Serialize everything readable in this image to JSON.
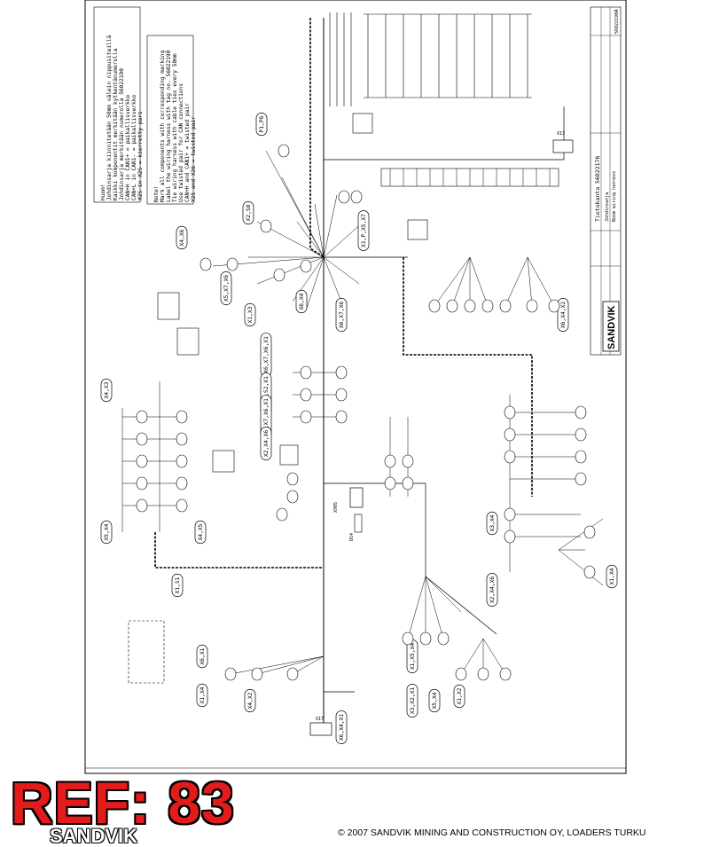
{
  "notes_fi": {
    "title": "Huom!",
    "lines": [
      "Johdinsarja kiinnitetään 50mm välein nippusiteillä",
      "Kaikki komponentit merkitään kytkentänumerolla",
      "Johdinsarja merkitään numerolla 56022190",
      "CAN+H in CAN1+ = paikallisverkko",
      "CAN+L in CAN1- = paikallisverkko",
      "X2S in X2S = kierretty pari"
    ]
  },
  "notes_en": {
    "title": "Note!",
    "lines": [
      "Mark all components with corresponding marking",
      "Label the wiring harness with tag no. 56022190",
      "Tie wiring harness with cable ties every 50mm",
      "Use twisted pair for CAN connections",
      "CAN+H and CAN1+ = twisted pair",
      "X25 and X26 = twisted pair"
    ]
  },
  "title_block": {
    "company": "SANDVIK",
    "drawing_title": "Tietokanta 56022176",
    "project": "Johdinsarja",
    "subtitle": "Boom wiring harness",
    "revision": "A",
    "doc_number": "56022190"
  },
  "labels": {
    "x13": "X13",
    "x17": "X17",
    "x905": "X905",
    "d14": "D14"
  },
  "callouts": [
    {
      "text": "P1,P6"
    },
    {
      "text": "X2,S8"
    },
    {
      "text": "X4,X6"
    },
    {
      "text": "X5,X7,X6"
    },
    {
      "text": "X1,X3"
    },
    {
      "text": "X6,X4"
    },
    {
      "text": "X6,X7,X6"
    },
    {
      "text": "X1,P,X5,X7"
    },
    {
      "text": "X6,X7,X6,X1"
    },
    {
      "text": "X1,S1,S2,X1"
    },
    {
      "text": "X5,X7,X6,X1"
    },
    {
      "text": "X2,X4,X6"
    },
    {
      "text": "X4,X3"
    },
    {
      "text": "X5,X4"
    },
    {
      "text": "X4,X5"
    },
    {
      "text": "X1,S1"
    },
    {
      "text": "X6,X1"
    },
    {
      "text": "X1,X4"
    },
    {
      "text": "X4,X2"
    },
    {
      "text": "X6,X4,X1"
    },
    {
      "text": "X1,X5,X4"
    },
    {
      "text": "X3,X2,X1"
    },
    {
      "text": "X5,X4"
    },
    {
      "text": "X1,X2"
    },
    {
      "text": "X2,X4,X6"
    },
    {
      "text": "X3,X4"
    },
    {
      "text": "X6,X4,X2"
    },
    {
      "text": "X1,X4"
    }
  ],
  "footer": {
    "copyright": "© 2007 SANDVIK MINING AND CONSTRUCTION OY, LOADERS TURKU",
    "logo": "SANDVIK"
  },
  "watermark": "REF: 83"
}
